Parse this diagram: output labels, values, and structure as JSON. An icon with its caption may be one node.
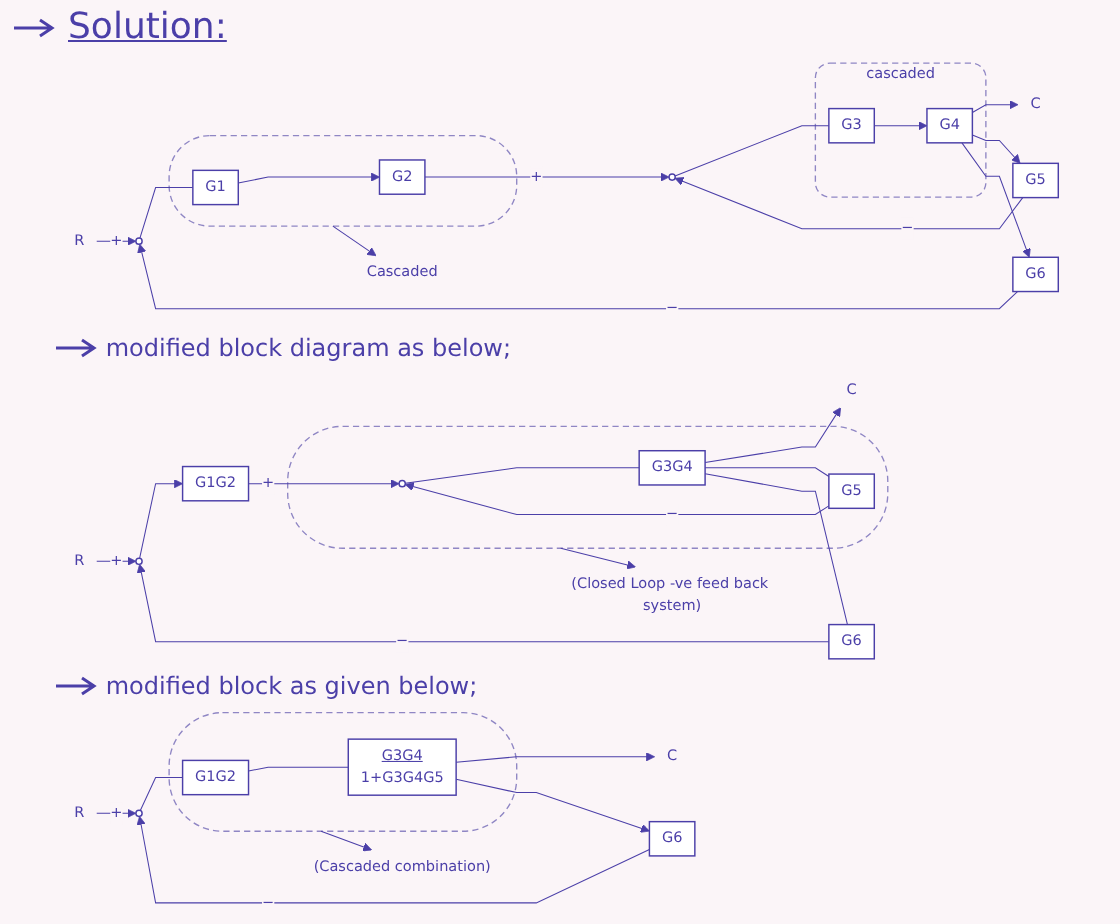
{
  "diagram": {
    "title": "Solution:",
    "nodes": [
      {
        "text": [
          "R"
        ]
      },
      {
        "text": [],
        "shape": "circle"
      },
      {
        "text": [],
        "shape": "ellipse"
      },
      {
        "text": [
          "G1"
        ],
        "in": 2
      },
      {
        "text": [
          "G2"
        ],
        "in": 2
      },
      {
        "text": [],
        "shape": "circle"
      },
      {
        "text": [
          "cascaded"
        ]
      },
      {
        "text": [
          "G3"
        ],
        "in": 6
      },
      {
        "text": [
          "G4"
        ],
        "in": 6
      },
      {
        "text": [
          "C"
        ]
      },
      {
        "text": [
          "Cascaded"
        ]
      },
      {
        "text": [
          "G5"
        ]
      },
      {
        "text": [
          "G6"
        ]
      },
      {
        "text": [
          "R"
        ]
      },
      {
        "text": [],
        "shape": "circle"
      },
      {
        "text": [
          "G1G2"
        ]
      },
      {
        "text": [],
        "shape": "ellipse"
      },
      {
        "text": [],
        "shape": "circle",
        "in": 16
      },
      {
        "text": [
          "G3G4"
        ],
        "in": 16
      },
      {
        "text": [
          "C"
        ]
      },
      {
        "text": [
          "G5"
        ],
        "in": 16
      },
      {
        "text": [
          "(Closed Loop -ve feed back system)"
        ]
      },
      {
        "text": [
          "G6"
        ]
      },
      {
        "text": [
          "R"
        ]
      },
      {
        "text": [],
        "shape": "circle"
      },
      {
        "text": [],
        "shape": "ellipse"
      },
      {
        "text": [
          "G1G2"
        ],
        "in": 25
      },
      {
        "text": [
          "G3G4",
          "1+G3G4G5"
        ],
        "in": 25
      },
      {
        "text": [
          "C"
        ]
      },
      {
        "text": [
          "(Cascaded combination)"
        ]
      },
      {
        "text": [
          "G6"
        ]
      }
    ],
    "edges": [
      {
        "from": 0,
        "to": 1,
        "arrow": "to",
        "label": "+"
      },
      {
        "from": 1,
        "to": 3,
        "arrow": "none"
      },
      {
        "from": 3,
        "to": 4,
        "arrow": "to"
      },
      {
        "from": 4,
        "to": 5,
        "arrow": "to",
        "label": "+"
      },
      {
        "from": 5,
        "to": 7,
        "arrow": "none"
      },
      {
        "from": 7,
        "to": 8,
        "arrow": "to"
      },
      {
        "from": 8,
        "to": 9,
        "arrow": "to"
      },
      {
        "from": 8,
        "to": 11,
        "arrow": "to"
      },
      {
        "from": 11,
        "to": 5,
        "arrow": "to",
        "label": "−"
      },
      {
        "from": 8,
        "to": 12,
        "arrow": "to"
      },
      {
        "from": 12,
        "to": 1,
        "arrow": "to",
        "label": "−"
      },
      {
        "from": 2,
        "to": 10,
        "arrow": "to"
      },
      {
        "from": 13,
        "to": 14,
        "arrow": "to",
        "label": "+"
      },
      {
        "from": 14,
        "to": 15,
        "arrow": "to"
      },
      {
        "from": 15,
        "to": 17,
        "arrow": "to",
        "label": "+"
      },
      {
        "from": 17,
        "to": 18,
        "arrow": "none"
      },
      {
        "from": 18,
        "to": 19,
        "arrow": "to"
      },
      {
        "from": 18,
        "to": 20,
        "arrow": "none"
      },
      {
        "from": 20,
        "to": 17,
        "arrow": "to",
        "label": "−"
      },
      {
        "from": 18,
        "to": 22,
        "arrow": "none"
      },
      {
        "from": 22,
        "to": 14,
        "arrow": "to",
        "label": "−"
      },
      {
        "from": 16,
        "to": 21,
        "arrow": "to"
      },
      {
        "from": 23,
        "to": 24,
        "arrow": "to",
        "label": "+"
      },
      {
        "from": 24,
        "to": 26,
        "arrow": "none"
      },
      {
        "from": 26,
        "to": 27,
        "arrow": "none"
      },
      {
        "from": 27,
        "to": 28,
        "arrow": "to"
      },
      {
        "from": 27,
        "to": 30,
        "arrow": "to"
      },
      {
        "from": 30,
        "to": 24,
        "arrow": "to",
        "label": "−"
      },
      {
        "from": 25,
        "to": 29,
        "arrow": "to"
      }
    ],
    "labels": [
      "modified block diagram as below;",
      "modified block as given below;"
    ]
  }
}
